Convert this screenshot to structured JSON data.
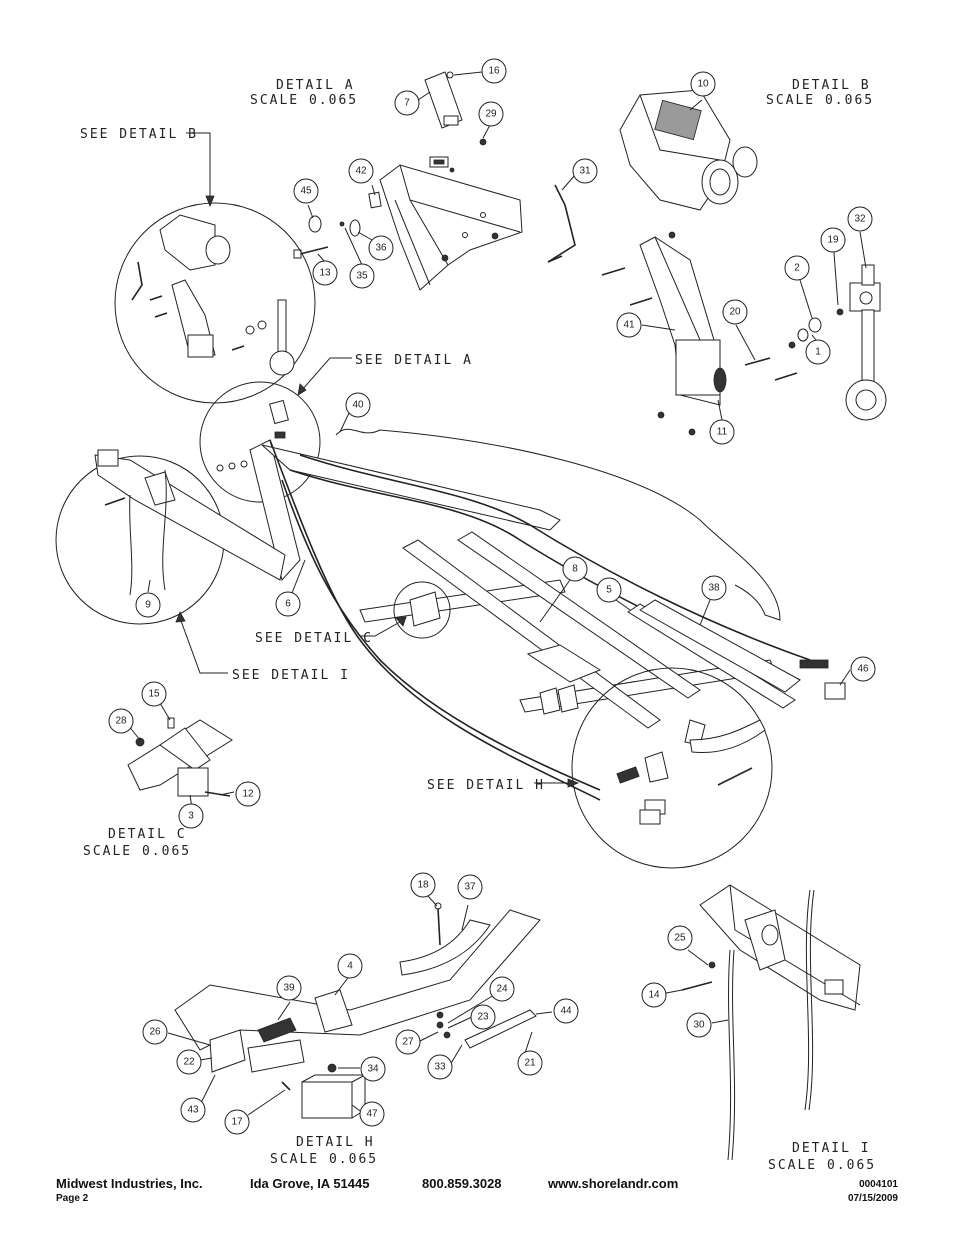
{
  "labels": {
    "detail_a": "DETAIL A",
    "scale_a": "SCALE 0.065",
    "detail_b": "DETAIL B",
    "scale_b": "SCALE 0.065",
    "detail_c": "DETAIL C",
    "scale_c": "SCALE 0.065",
    "detail_h": "DETAIL H",
    "scale_h": "SCALE 0.065",
    "detail_i": "DETAIL I",
    "scale_i": "SCALE 0.065",
    "see_detail_a": "SEE DETAIL A",
    "see_detail_b": "SEE DETAIL B",
    "see_detail_c": "SEE DETAIL C",
    "see_detail_h": "SEE DETAIL H",
    "see_detail_i": "SEE DETAIL I"
  },
  "callouts": {
    "c1": "1",
    "c2": "2",
    "c3": "3",
    "c4": "4",
    "c5": "5",
    "c6": "6",
    "c7": "7",
    "c8": "8",
    "c9": "9",
    "c10": "10",
    "c11": "11",
    "c12": "12",
    "c13": "13",
    "c14": "14",
    "c15": "15",
    "c16": "16",
    "c17": "17",
    "c18": "18",
    "c19": "19",
    "c20": "20",
    "c21": "21",
    "c22": "22",
    "c23": "23",
    "c24": "24",
    "c25": "25",
    "c26": "26",
    "c27": "27",
    "c28": "28",
    "c29": "29",
    "c30": "30",
    "c31": "31",
    "c32": "32",
    "c33": "33",
    "c34": "34",
    "c35": "35",
    "c36": "36",
    "c37": "37",
    "c38": "38",
    "c39": "39",
    "c40": "40",
    "c41": "41",
    "c42": "42",
    "c43": "43",
    "c44": "44",
    "c45": "45",
    "c46": "46",
    "c47": "47"
  },
  "footer": {
    "company": "Midwest Industries, Inc.",
    "location": "Ida Grove, IA  51445",
    "phone": "800.859.3028",
    "website": "www.shorelandr.com",
    "page": "Page 2",
    "doc_number": "0004101",
    "date": "07/15/2009"
  }
}
